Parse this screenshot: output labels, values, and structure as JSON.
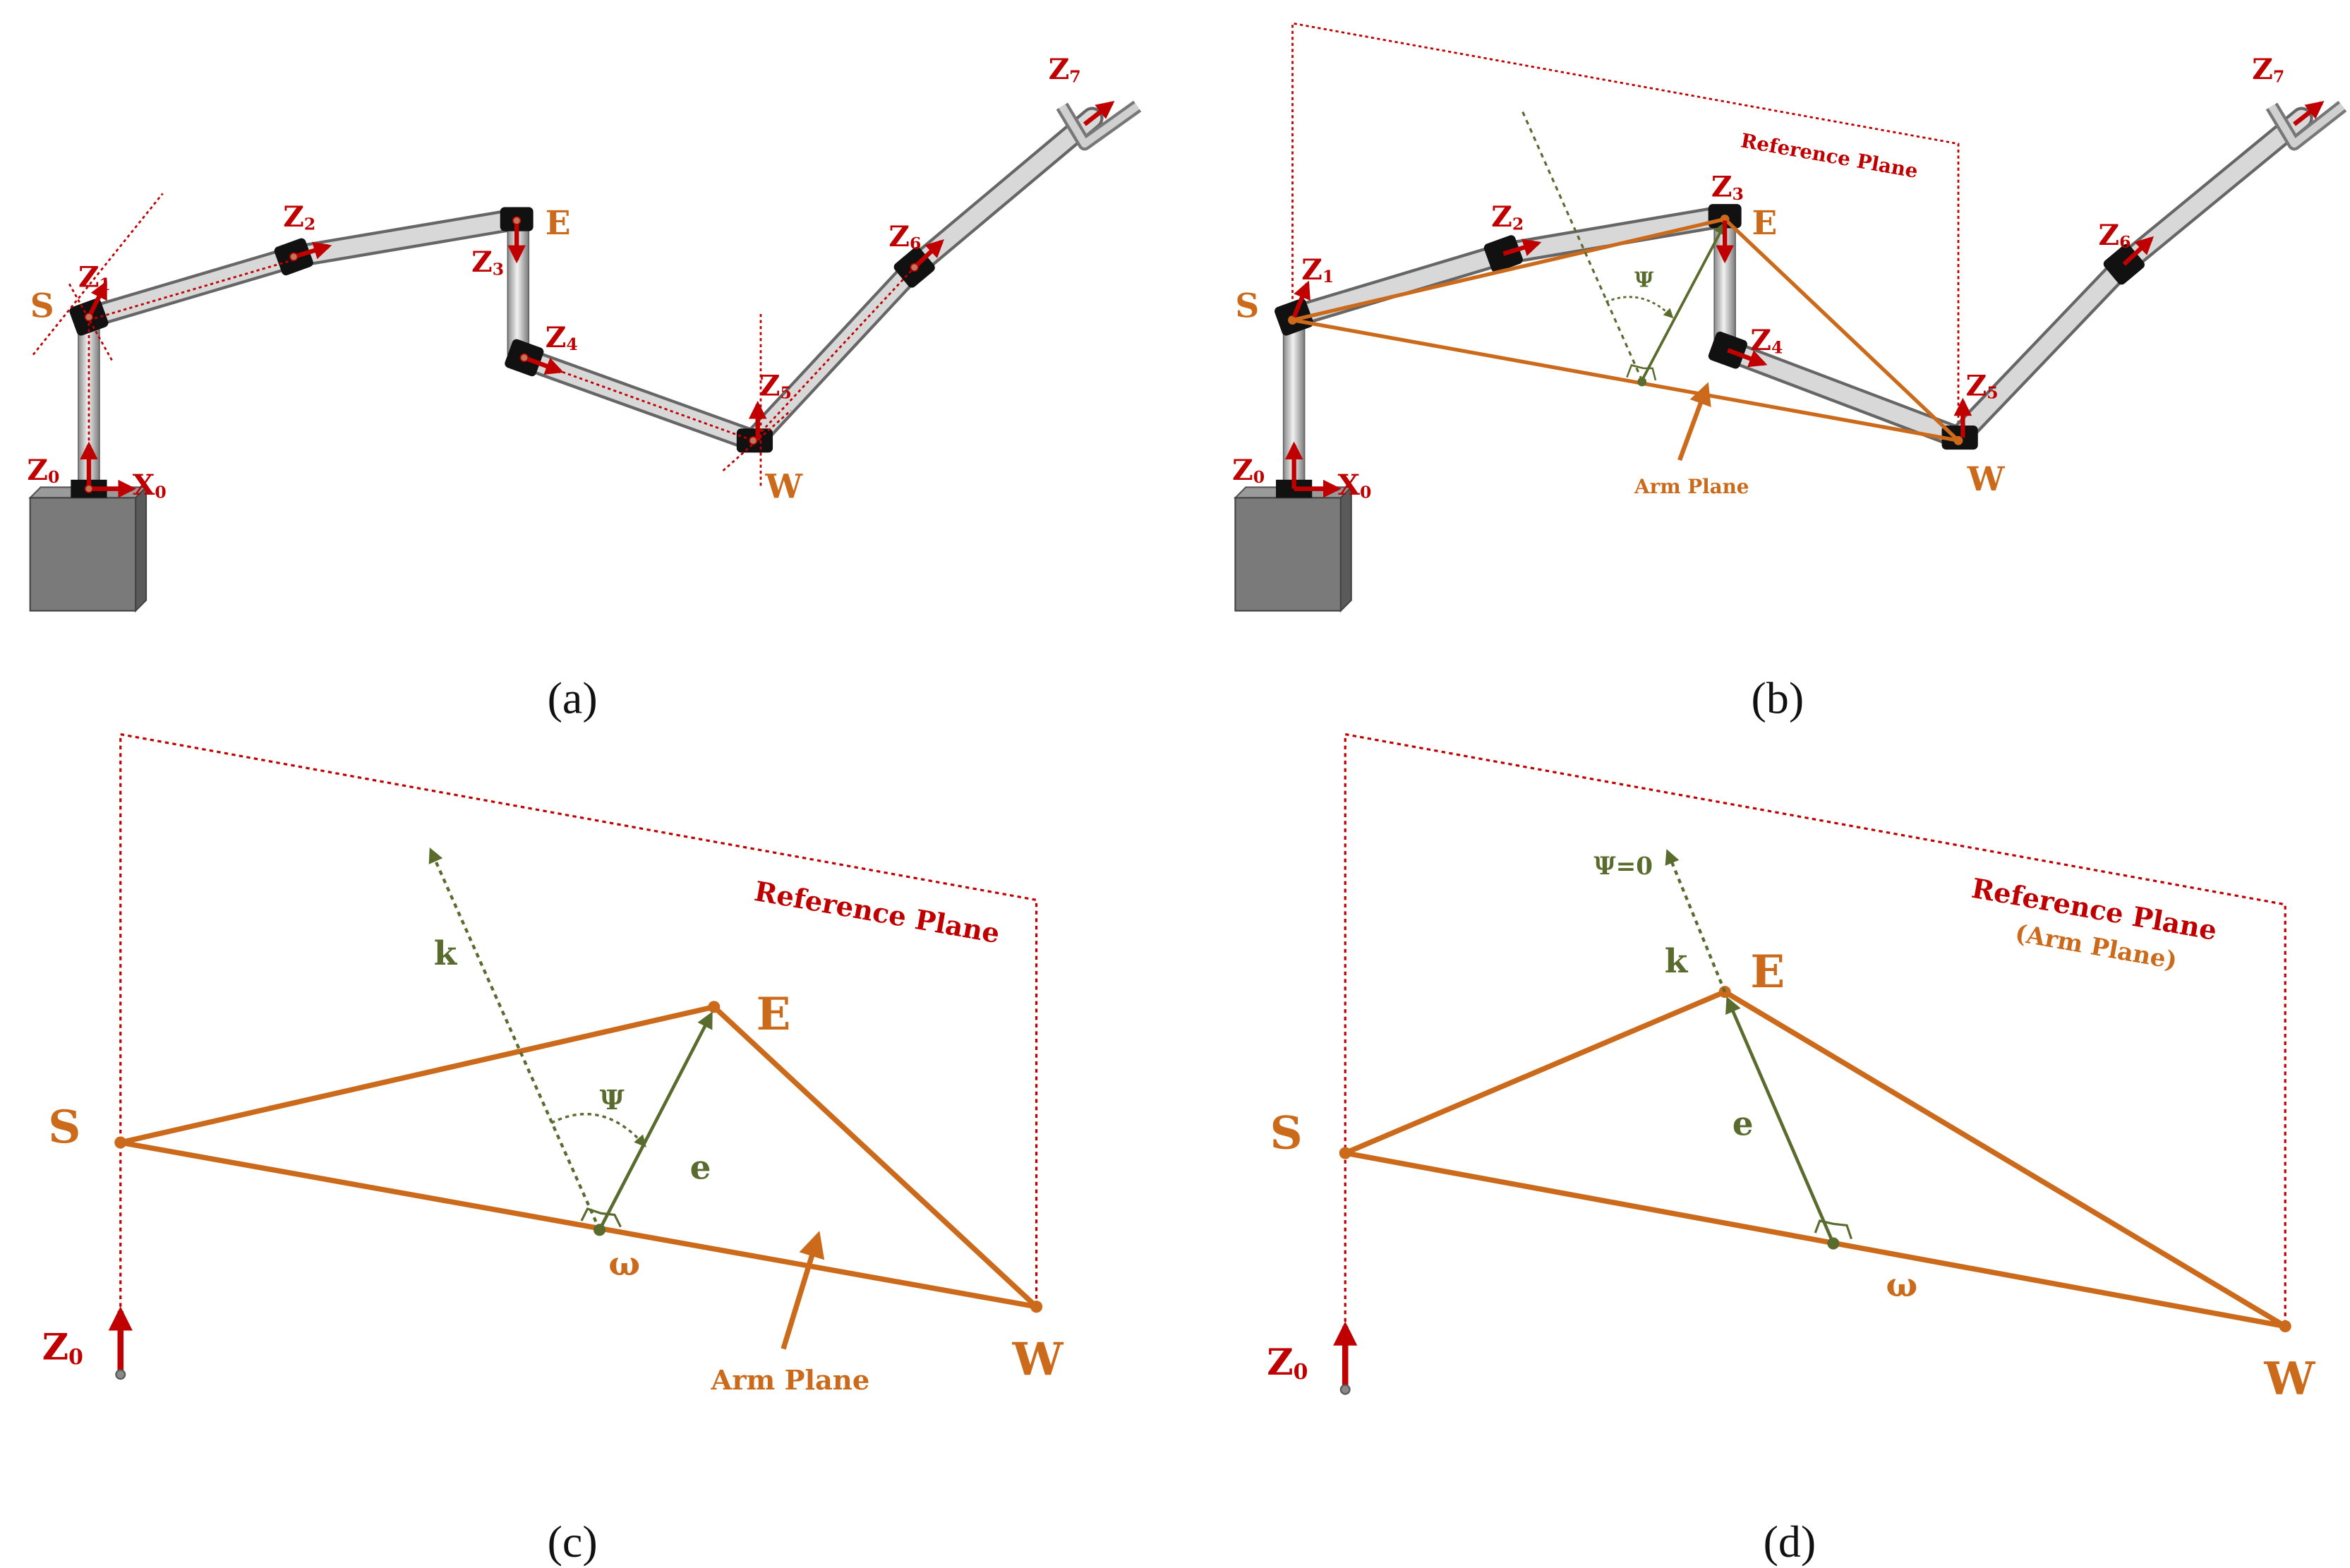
{
  "colors": {
    "frame_red": "#c00000",
    "arm_orange": "#cc6a1c",
    "vector_olive": "#5a6b2e",
    "link_gray": "#b8b8b8",
    "joint_black": "#111111",
    "base_gray": "#7a7a7a"
  },
  "panels": {
    "a": {
      "caption": "(a)",
      "labels": {
        "S": "S",
        "E": "E",
        "W": "W"
      },
      "axes": [
        "Z0",
        "X0",
        "Z1",
        "Z2",
        "Z3",
        "Z4",
        "Z5",
        "Z6",
        "Z7"
      ]
    },
    "b": {
      "caption": "(b)",
      "labels": {
        "S": "S",
        "E": "E",
        "W": "W",
        "psi": "Ψ",
        "reference_plane": "Reference Plane",
        "arm_plane": "Arm Plane"
      },
      "axes": [
        "Z0",
        "X0",
        "Z1",
        "Z2",
        "Z3",
        "Z4",
        "Z5",
        "Z6",
        "Z7"
      ]
    },
    "c": {
      "caption": "(c)",
      "labels": {
        "S": "S",
        "E": "E",
        "W": "W",
        "k": "k",
        "e": "e",
        "psi": "Ψ",
        "omega": "ω",
        "z0": "Z0",
        "reference_plane": "Reference Plane",
        "arm_plane": "Arm Plane"
      }
    },
    "d": {
      "caption": "(d)",
      "labels": {
        "S": "S",
        "E": "E",
        "W": "W",
        "k": "k",
        "e": "e",
        "psi0": "Ψ=0",
        "omega": "ω",
        "z0": "Z0",
        "reference_plane": "Reference Plane",
        "arm_plane_paren": "(Arm Plane)"
      }
    }
  }
}
